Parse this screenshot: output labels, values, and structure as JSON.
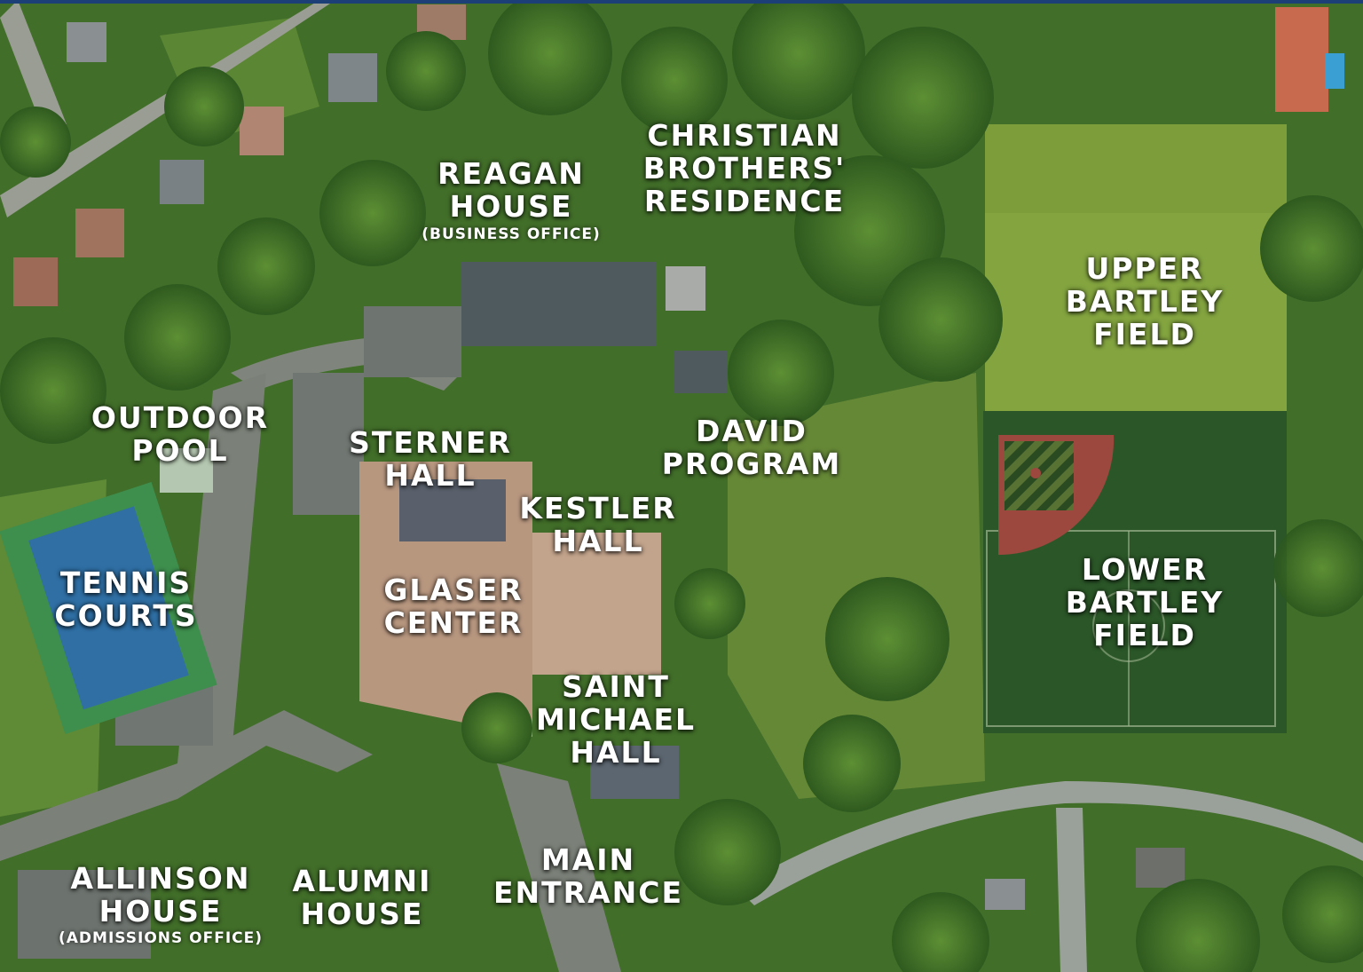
{
  "labels": {
    "christian_brothers": [
      "CHRISTIAN",
      "BROTHERS'",
      "RESIDENCE"
    ],
    "reagan_house": [
      "REAGAN",
      "HOUSE"
    ],
    "reagan_house_sub": "(BUSINESS OFFICE)",
    "upper_bartley": [
      "UPPER",
      "BARTLEY",
      "FIELD"
    ],
    "outdoor_pool": [
      "OUTDOOR",
      "POOL"
    ],
    "sterner_hall": [
      "STERNER",
      "HALL"
    ],
    "david_program": [
      "DAVID",
      "PROGRAM"
    ],
    "kestler_hall": [
      "KESTLER",
      "HALL"
    ],
    "tennis_courts": [
      "TENNIS",
      "COURTS"
    ],
    "glaser_center": [
      "GLASER",
      "CENTER"
    ],
    "lower_bartley": [
      "LOWER",
      "BARTLEY",
      "FIELD"
    ],
    "saint_michael": [
      "SAINT",
      "MICHAEL",
      "HALL"
    ],
    "main_entrance": [
      "MAIN",
      "ENTRANCE"
    ],
    "allinson_house": [
      "ALLINSON",
      "HOUSE"
    ],
    "allinson_house_sub": "(ADMISSIONS OFFICE)",
    "alumni_house": [
      "ALUMNI",
      "HOUSE"
    ]
  },
  "colors": {
    "trees": "#3e6b28",
    "lawn": "#7d9a3e",
    "field_upper": "#7c9c3a",
    "field_lower": "#2f5e2c",
    "infield": "#c84a4a",
    "road": "#8d9488",
    "roof": "#b59a84",
    "pool_court": "#2e8f8f",
    "label_text": "#ffffff",
    "top_bar": "#1c3f78"
  }
}
